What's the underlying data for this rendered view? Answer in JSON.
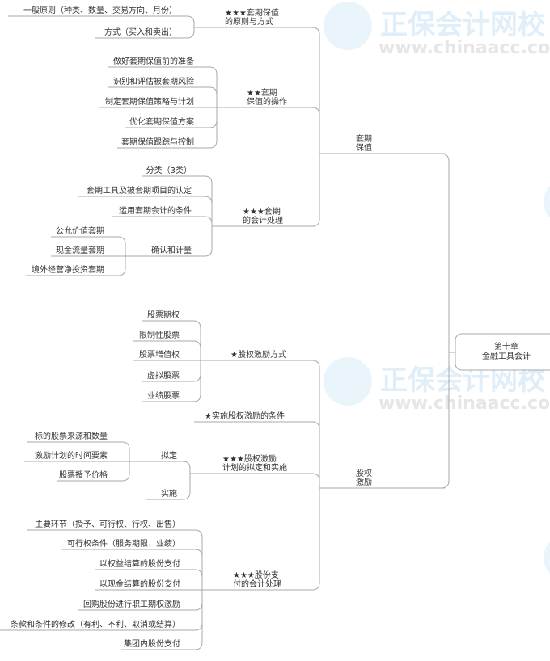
{
  "watermark": {
    "brand": "正保会计网校",
    "url": "www.chinaacc.com",
    "color": "#dfeef8"
  },
  "colors": {
    "line": "#a8a8a8",
    "text": "#333333"
  },
  "mindmap": {
    "root": {
      "lines": [
        "第十章",
        "金融工具会计"
      ]
    },
    "branches": [
      {
        "lines": [
          "套期",
          "保值"
        ],
        "children": [
          {
            "lines": [
              "★★★套期保值",
              "的原则与方式"
            ],
            "children": [
              {
                "label": "一般原则（种类、数量、交易方向、月份）"
              },
              {
                "label": "方式（买入和卖出）"
              }
            ]
          },
          {
            "lines": [
              "★★套期",
              "保值的操作"
            ],
            "children": [
              {
                "label": "做好套期保值前的准备"
              },
              {
                "label": "识别和评估被套期风险"
              },
              {
                "label": "制定套期保值策略与计划"
              },
              {
                "label": "优化套期保值方案"
              },
              {
                "label": "套期保值跟踪与控制"
              }
            ]
          },
          {
            "lines": [
              "★★★套期",
              "的会计处理"
            ],
            "children": [
              {
                "label": "分类（3类）"
              },
              {
                "label": "套期工具及被套期项目的认定"
              },
              {
                "label": "运用套期会计的条件"
              },
              {
                "label": "确认和计量",
                "children": [
                  {
                    "label": "公允价值套期"
                  },
                  {
                    "label": "现金流量套期"
                  },
                  {
                    "label": "境外经营净投资套期"
                  }
                ]
              }
            ]
          }
        ]
      },
      {
        "lines": [
          "股权",
          "激励"
        ],
        "children": [
          {
            "lines": [
              "★股权激励方式"
            ],
            "children": [
              {
                "label": "股票期权"
              },
              {
                "label": "限制性股票"
              },
              {
                "label": "股票增值权"
              },
              {
                "label": "虚拟股票"
              },
              {
                "label": "业绩股票"
              }
            ]
          },
          {
            "lines": [
              "★实施股权激励的条件"
            ]
          },
          {
            "lines": [
              "★★★股权激励",
              "计划的拟定和实施"
            ],
            "children": [
              {
                "label": "拟定",
                "children": [
                  {
                    "label": "标的股票来源和数量"
                  },
                  {
                    "label": "激励计划的时间要素"
                  },
                  {
                    "label": "股票授予价格"
                  }
                ]
              },
              {
                "label": "实施"
              }
            ]
          },
          {
            "lines": [
              "★★★股份支",
              "付的会计处理"
            ],
            "children": [
              {
                "label": "主要环节（授予、可行权、行权、出售）"
              },
              {
                "label": "可行权条件（服务期限、业绩）"
              },
              {
                "label": "以权益结算的股份支付"
              },
              {
                "label": "以现金结算的股份支付"
              },
              {
                "label": "回购股份进行职工期权激励"
              },
              {
                "label": "条款和条件的修改（有利、不利、取消或结算）"
              },
              {
                "label": "集团内股份支付"
              }
            ]
          }
        ]
      }
    ]
  }
}
